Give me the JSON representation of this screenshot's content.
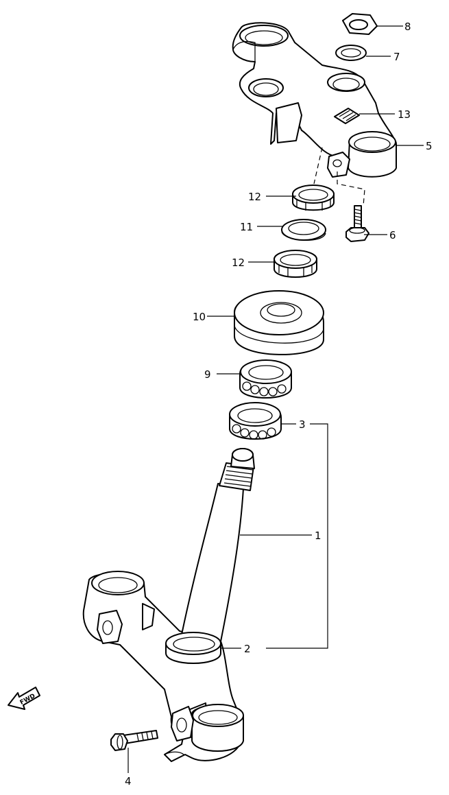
{
  "callouts": [
    {
      "id": "p8",
      "label": "8"
    },
    {
      "id": "p7",
      "label": "7"
    },
    {
      "id": "p13",
      "label": "13"
    },
    {
      "id": "p5",
      "label": "5"
    },
    {
      "id": "p12a",
      "label": "12"
    },
    {
      "id": "p6",
      "label": "6"
    },
    {
      "id": "p11",
      "label": "11"
    },
    {
      "id": "p12b",
      "label": "12"
    },
    {
      "id": "p10",
      "label": "10"
    },
    {
      "id": "p9",
      "label": "9"
    },
    {
      "id": "p3",
      "label": "3"
    },
    {
      "id": "p1",
      "label": "1"
    },
    {
      "id": "p2",
      "label": "2"
    },
    {
      "id": "p4",
      "label": "4"
    }
  ],
  "fwd_marker": {
    "text": "FWD",
    "icon": "forward-arrow-icon"
  },
  "colors": {
    "line": "#000000",
    "background": "#ffffff"
  }
}
